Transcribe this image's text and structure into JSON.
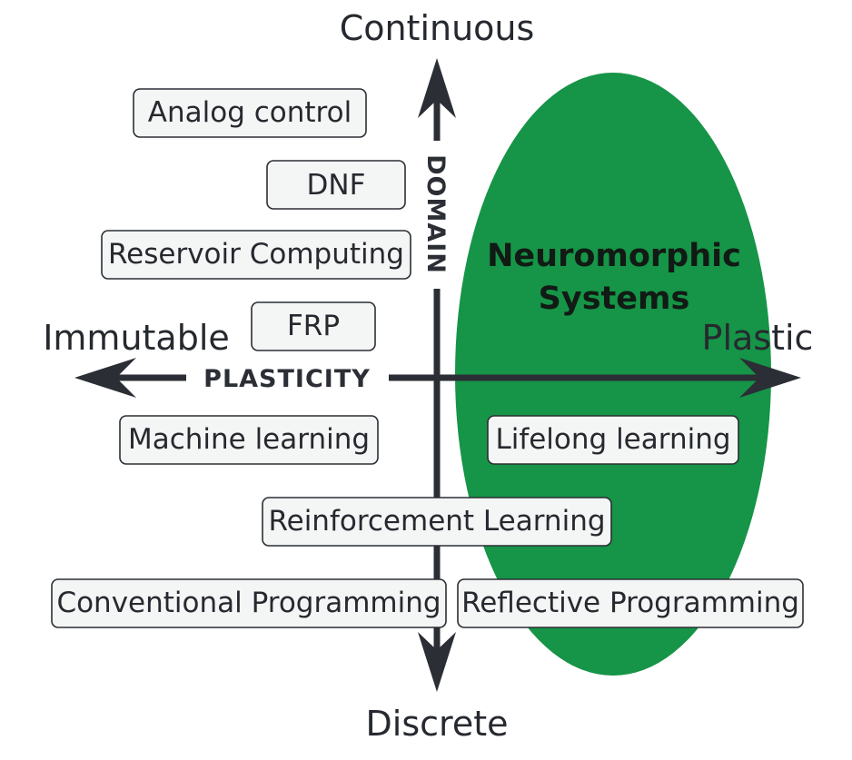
{
  "axes": {
    "vertical": {
      "name": "DOMAIN",
      "top_label": "Continuous",
      "bottom_label": "Discrete"
    },
    "horizontal": {
      "name": "PLASTICITY",
      "left_label": "Immutable",
      "right_label": "Plastic"
    }
  },
  "region": {
    "label_line1": "Neuromorphic",
    "label_line2": "Systems",
    "color": "#169447"
  },
  "boxes": {
    "analog_control": "Analog control",
    "dnf": "DNF",
    "reservoir_computing": "Reservoir Computing",
    "frp": "FRP",
    "machine_learning": "Machine learning",
    "lifelong_learning": "Lifelong learning",
    "reinforcement_learning": "Reinforcement Learning",
    "conventional_programming": "Conventional Programming",
    "reflective_programming": "Reflective Programming"
  },
  "colors": {
    "axis": "#2b2e35",
    "box_fill": "#f4f6f5",
    "text": "#26292f"
  }
}
